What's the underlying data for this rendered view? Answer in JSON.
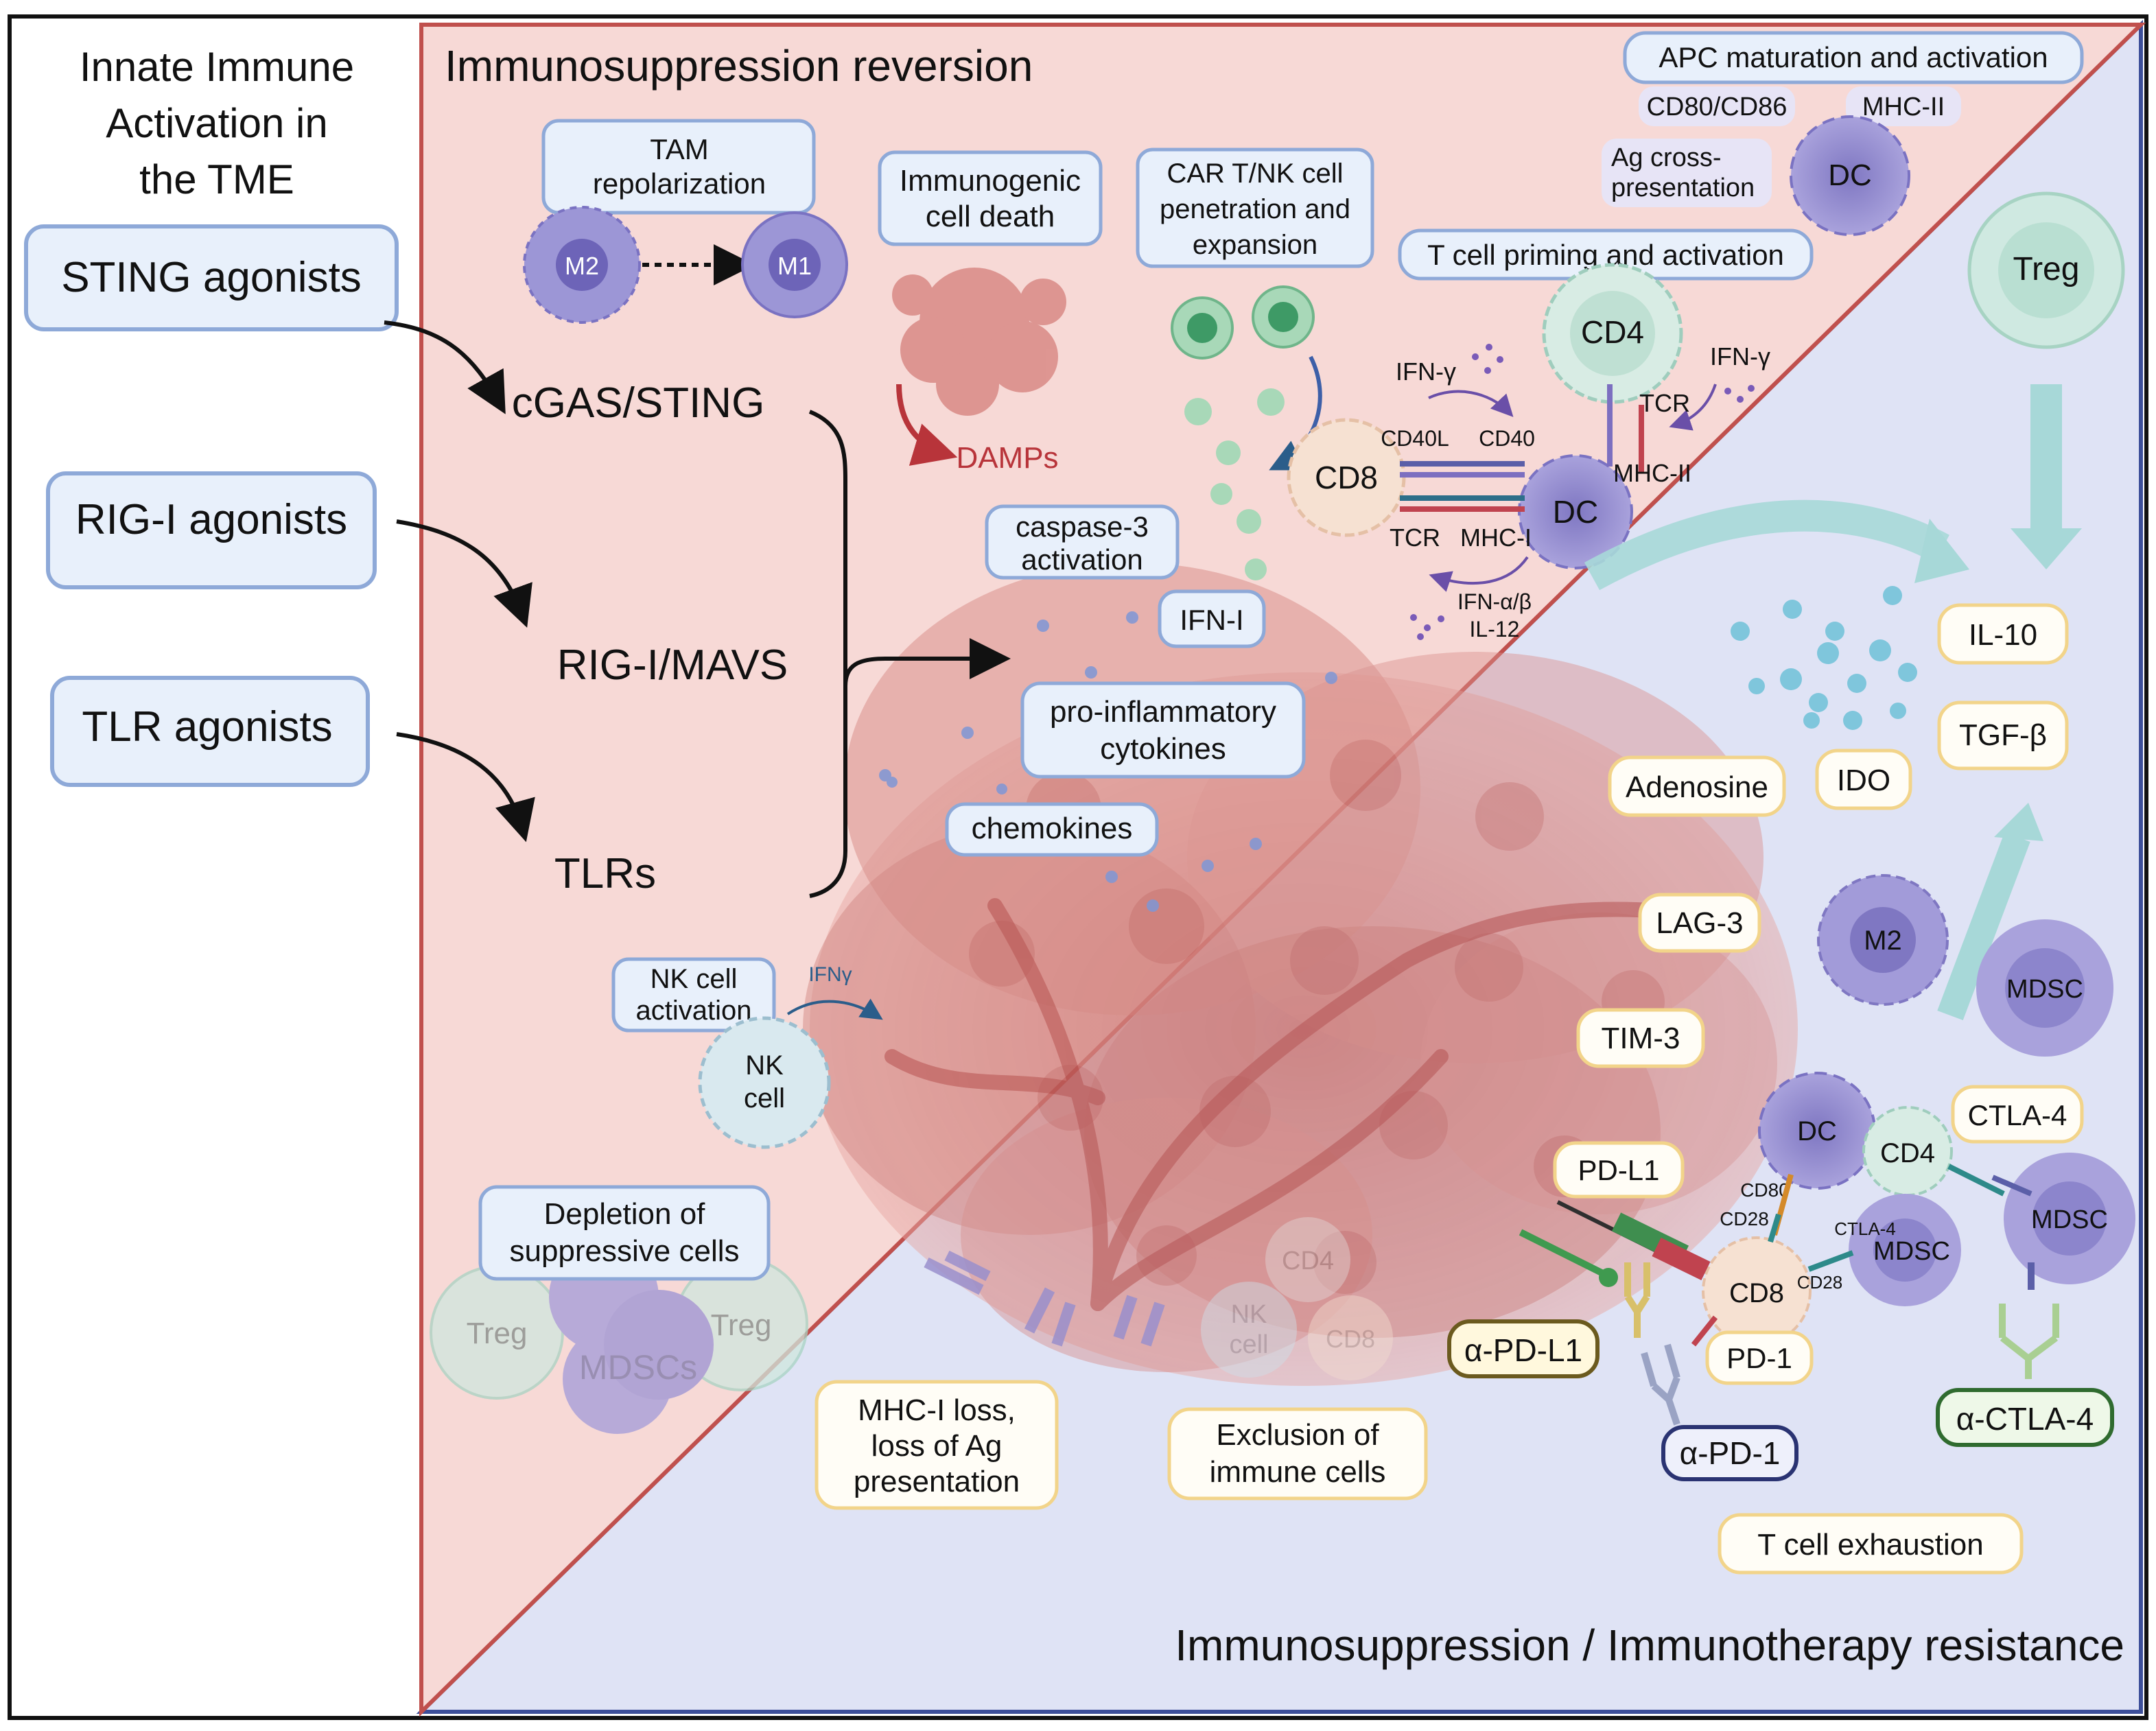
{
  "colors": {
    "frame": "#111111",
    "upper_panel_fill": "#f7d9d6",
    "upper_panel_border": "#c0504d",
    "lower_panel_fill": "#dfe3f5",
    "lower_panel_border": "#3d4f9a",
    "blue_box_fill": "#e8f0fb",
    "blue_box_border": "#8ea9d8",
    "yellow_box_border": "#f2d48a",
    "tumor": "#d98a86",
    "dc_purple": "#8a84c9",
    "treg_teal": "#bfe3d9",
    "damp_red": "#b8343a",
    "arrow_teal": "#a7d8d8",
    "dark_green": "#2f6b2f",
    "dark_olive": "#6b5a1e",
    "dark_navy": "#2a3372"
  },
  "sidebar": {
    "title_lines": [
      "Innate Immune",
      "Activation in",
      "the TME"
    ],
    "agonists": [
      "STING agonists",
      "RIG-I agonists",
      "TLR agonists"
    ],
    "pathways": [
      "cGAS/STING",
      "RIG-I/MAVS",
      "TLRs"
    ]
  },
  "upper": {
    "title": "Immunosuppression reversion",
    "tam_label_lines": [
      "TAM",
      "repolarization"
    ],
    "m2": "M2",
    "m1": "M1",
    "icd_lines": [
      "Immunogenic",
      "cell death"
    ],
    "damps": "DAMPs",
    "cart_lines": [
      "CAR T/NK cell",
      "penetration and",
      "expansion"
    ],
    "apc_title": "APC maturation and activation",
    "cd80_86": "CD80/CD86",
    "mhc_ii_top": "MHC-II",
    "ag_cross_lines": [
      "Ag cross-",
      "presentation"
    ],
    "dc": "DC",
    "t_priming": "T cell priming and activation",
    "cd4": "CD4",
    "cd8": "CD8",
    "ifn_gamma": "IFN-γ",
    "cd40l": "CD40L",
    "cd40": "CD40",
    "tcr": "TCR",
    "mhc_ii": "MHC-II",
    "mhc_i": "MHC-I",
    "ifn_ab_lines": [
      "IFN-α/β",
      "IL-12"
    ],
    "caspase_lines": [
      "caspase-3",
      "activation"
    ],
    "ifn_i": "IFN-I",
    "proinflam_lines": [
      "pro-inflammatory",
      "cytokines"
    ],
    "chemokines": "chemokines",
    "nk_act_lines": [
      "NK cell",
      "activation"
    ],
    "ifny_small": "IFNγ",
    "nk_cell_lines": [
      "NK",
      "cell"
    ],
    "depletion_lines": [
      "Depletion of",
      "suppressive cells"
    ],
    "treg": "Treg",
    "mdscs": "MDSCs"
  },
  "lower": {
    "title": "Immunosuppression / Immunotherapy resistance",
    "treg": "Treg",
    "il10": "IL-10",
    "tgfb": "TGF-β",
    "adenosine": "Adenosine",
    "ido": "IDO",
    "lag3": "LAG-3",
    "m2": "M2",
    "mdsc": "MDSC",
    "tim3": "TIM-3",
    "dc": "DC",
    "cd4": "CD4",
    "ctla4_box": "CTLA-4",
    "pdl1_box": "PD-L1",
    "cd80": "CD80",
    "cd28_a": "CD28",
    "cd28_b": "CD28",
    "ctla4_small": "CTLA-4",
    "cd8": "CD8",
    "pd1_box": "PD-1",
    "alpha_pdl1": "α-PD-L1",
    "alpha_pd1": "α-PD-1",
    "alpha_ctla4": "α-CTLA-4",
    "mhc_loss_lines": [
      "MHC-I loss,",
      "loss of Ag",
      "presentation"
    ],
    "exclusion_lines": [
      "Exclusion of",
      "immune cells"
    ],
    "t_exhaustion": "T cell exhaustion",
    "ghost_cd4": "CD4",
    "ghost_nk_lines": [
      "NK",
      "cell"
    ],
    "ghost_cd8": "CD8"
  }
}
